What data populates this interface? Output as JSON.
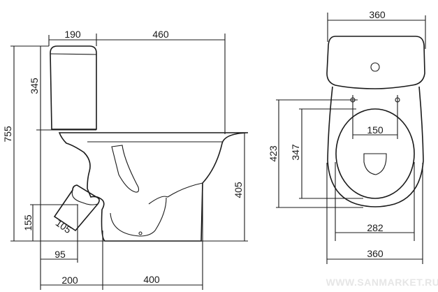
{
  "side_view": {
    "dims": {
      "tank_depth": "190",
      "bowl_length": "460",
      "total_height": "755",
      "tank_height": "345",
      "seat_height": "405",
      "outlet_height": "155",
      "outlet_diameter": "105",
      "outlet_offset": "95",
      "wall_to_base": "200",
      "base_length": "400"
    }
  },
  "top_view": {
    "dims": {
      "tank_width": "360",
      "bolt_spacing": "150",
      "bolt_to_front": "423",
      "seat_length": "347",
      "seat_width": "282",
      "base_width": "360"
    }
  },
  "watermark": "WWW.SANMARKET.RU"
}
